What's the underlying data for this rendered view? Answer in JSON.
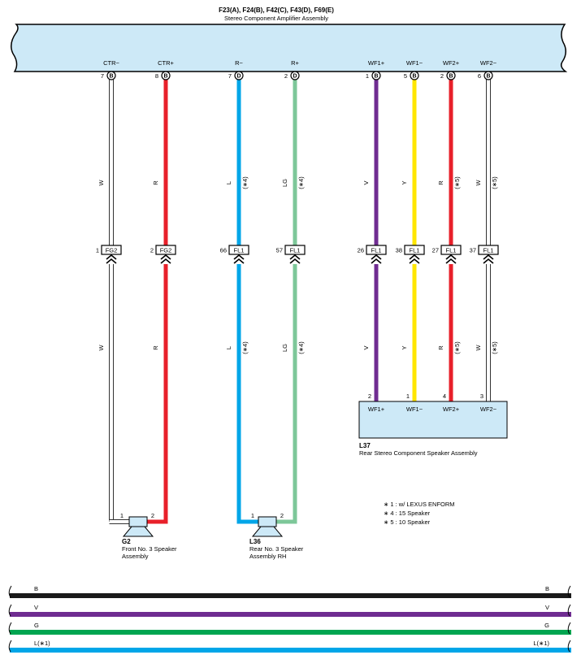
{
  "header": {
    "connectors": "F23(A), F24(B), F42(C), F43(D), F69(E)",
    "assembly": "Stereo Component Amplifier Assembly"
  },
  "amp_pins": [
    {
      "label": "CTR−",
      "pin": "7",
      "conn": "B"
    },
    {
      "label": "CTR+",
      "pin": "8",
      "conn": "B"
    },
    {
      "label": "R−",
      "pin": "7",
      "conn": "D"
    },
    {
      "label": "R+",
      "pin": "2",
      "conn": "D"
    },
    {
      "label": "WF1+",
      "pin": "1",
      "conn": "B"
    },
    {
      "label": "WF1−",
      "pin": "5",
      "conn": "B"
    },
    {
      "label": "WF2+",
      "pin": "2",
      "conn": "B"
    },
    {
      "label": "WF2−",
      "pin": "6",
      "conn": "B"
    }
  ],
  "wires": [
    {
      "upper": "W",
      "lower": "W",
      "note": "",
      "color": "#ffffff"
    },
    {
      "upper": "R",
      "lower": "R",
      "note": "",
      "color": "#e8202a"
    },
    {
      "upper": "L",
      "lower": "L",
      "note": "(∗4)",
      "color": "#00a6e8"
    },
    {
      "upper": "LG",
      "lower": "LG",
      "note": "(∗4)",
      "color": "#7dc799"
    },
    {
      "upper": "V",
      "lower": "V",
      "note": "",
      "color": "#6f2c91"
    },
    {
      "upper": "Y",
      "lower": "Y",
      "note": "",
      "color": "#ffe600"
    },
    {
      "upper": "R",
      "lower": "R",
      "note": "(∗5)",
      "color": "#e8202a"
    },
    {
      "upper": "W",
      "lower": "W",
      "note": "(∗5)",
      "color": "#ffffff"
    }
  ],
  "junctions": [
    {
      "pin": "1",
      "code": "FG2"
    },
    {
      "pin": "2",
      "code": "FG2"
    },
    {
      "pin": "66",
      "code": "FL1"
    },
    {
      "pin": "57",
      "code": "FL1"
    },
    {
      "pin": "26",
      "code": "FL1"
    },
    {
      "pin": "38",
      "code": "FL1"
    },
    {
      "pin": "27",
      "code": "FL1"
    },
    {
      "pin": "37",
      "code": "FL1"
    }
  ],
  "rear_speaker": {
    "code": "L37",
    "name": "Rear Stereo Component Speaker Assembly",
    "terminals": [
      {
        "label": "WF1+",
        "pin": "2"
      },
      {
        "label": "WF1−",
        "pin": "1"
      },
      {
        "label": "WF2+",
        "pin": "4"
      },
      {
        "label": "WF2−",
        "pin": "3"
      }
    ]
  },
  "speaker_g2": {
    "code": "G2",
    "line1": "Front No.  3 Speaker",
    "line2": "Assembly",
    "pin_left": "1",
    "pin_right": "2"
  },
  "speaker_l36": {
    "code": "L36",
    "line1": "Rear No.  3 Speaker",
    "line2": "Assembly RH",
    "pin_left": "1",
    "pin_right": "2"
  },
  "notes": [
    "∗ 1 : w/ LEXUS ENFORM",
    "∗ 4 : 15 Speaker",
    "∗ 5 : 10 Speaker"
  ],
  "legend": [
    {
      "label": "B",
      "color": "#1a1a1a"
    },
    {
      "label": "V",
      "color": "#6f2c91"
    },
    {
      "label": "G",
      "color": "#00a550"
    },
    {
      "label": "L(∗1)",
      "color": "#00a6e8"
    }
  ],
  "colors": {
    "assembly_fill": "#cde9f7",
    "outline": "#000000"
  }
}
